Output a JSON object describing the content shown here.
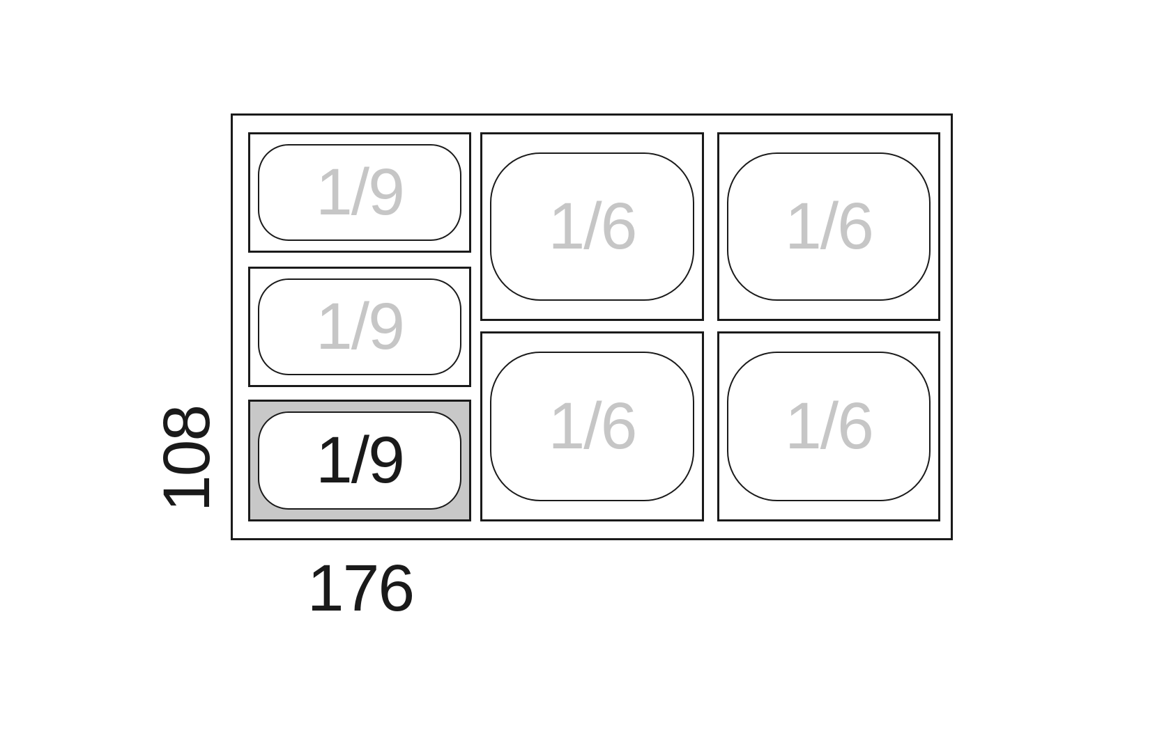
{
  "diagram": {
    "dimension_labels": {
      "width": "176",
      "height": "108"
    },
    "compartments": [
      {
        "position": "left-top",
        "label": "1/9",
        "highlighted": false
      },
      {
        "position": "left-middle",
        "label": "1/9",
        "highlighted": false
      },
      {
        "position": "left-bottom",
        "label": "1/9",
        "highlighted": true
      },
      {
        "position": "middle-top",
        "label": "1/6",
        "highlighted": false
      },
      {
        "position": "middle-bottom",
        "label": "1/6",
        "highlighted": false
      },
      {
        "position": "right-top",
        "label": "1/6",
        "highlighted": false
      },
      {
        "position": "right-bottom",
        "label": "1/6",
        "highlighted": false
      }
    ],
    "colors": {
      "line": "#1a1a1a",
      "highlight_fill": "#c8c8c8",
      "muted_label": "#c6c6c6",
      "dark_label": "#1a1a1a",
      "background": "#ffffff"
    }
  }
}
